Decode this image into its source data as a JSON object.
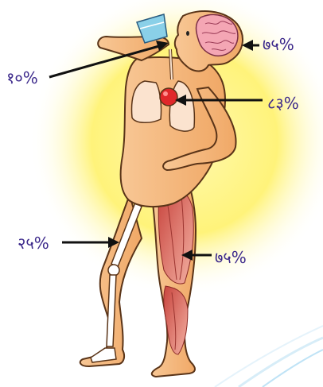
{
  "labels": {
    "brain": "७५%",
    "mouth": "१०%",
    "heart": "८३%",
    "bone": "२५%",
    "muscle": "७५%"
  },
  "colors": {
    "glow": "#fff59a",
    "skin": "#f6b97a",
    "skin_outline": "#5a3418",
    "lung": "#fbe3cf",
    "heart": "#e0272a",
    "brain": "#f4a6b4",
    "muscle": "#e06a63",
    "bone": "#ffffff",
    "glass": "#8ad0e8",
    "label_text": "#3d2a8c",
    "arrow": "#111111",
    "corner_stripe": "#bfe3f6"
  }
}
